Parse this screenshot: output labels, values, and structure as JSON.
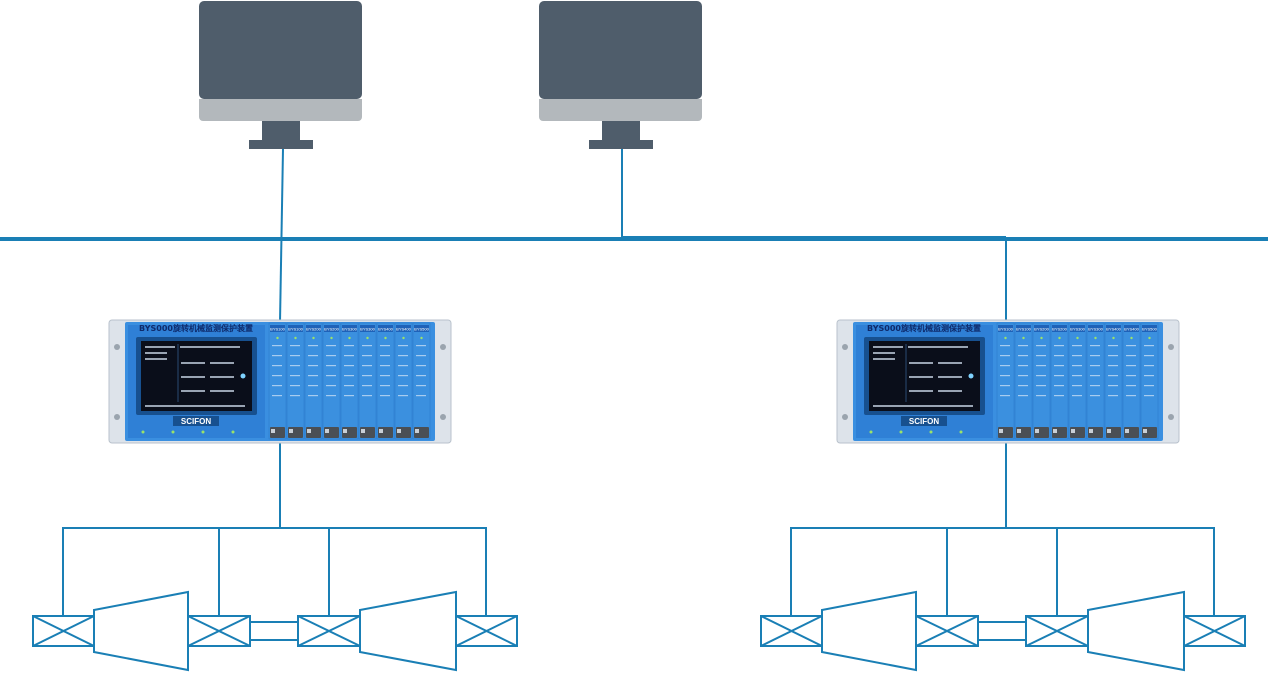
{
  "colors": {
    "line": "#1a7fb5",
    "monitor_dark": "#4f5d6b",
    "monitor_light": "#b3b8bc",
    "rack_frame": "#dde3ea",
    "rack_panel": "#3a8fe0",
    "rack_panel_dark": "#1f6fc4",
    "screen": "#0a0e1a",
    "symbol_stroke": "#1a7fb5"
  },
  "units": [
    {
      "title": "BYS000旋转机械监测保护装置",
      "brand": "SCIFON",
      "module_labels": [
        "BYS100",
        "BYS100",
        "BYS200",
        "BYS200",
        "BYS300",
        "BYS300",
        "BYS400",
        "BYS400",
        "BYS500"
      ]
    },
    {
      "title": "BYS000旋转机械监测保护装置",
      "brand": "SCIFON",
      "module_labels": [
        "BYS100",
        "BYS100",
        "BYS200",
        "BYS200",
        "BYS300",
        "BYS300",
        "BYS400",
        "BYS400",
        "BYS500"
      ]
    }
  ],
  "icons": {
    "workstation": "monitor-icon",
    "bearing": "bearing-box-icon",
    "casing": "turbine-casing-icon"
  }
}
